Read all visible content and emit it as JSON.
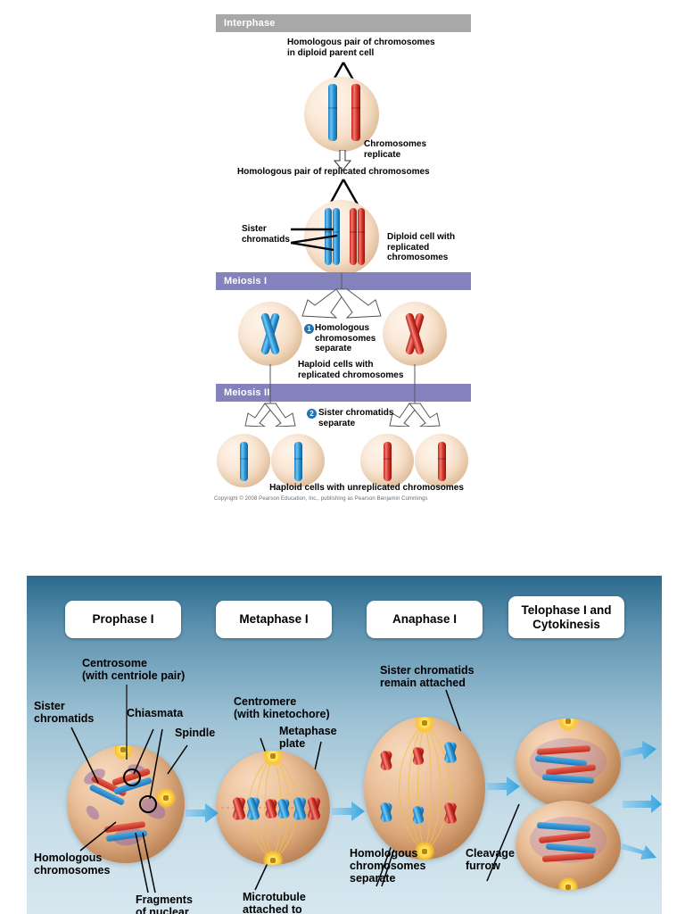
{
  "figure_top": {
    "phase_bars": [
      {
        "label": "Interphase",
        "color": "#a8a8a8"
      },
      {
        "label": "Meiosis I",
        "color": "#8382bd"
      },
      {
        "label": "Meiosis II",
        "color": "#8382bd"
      }
    ],
    "labels": {
      "homologous_pair_parent": "Homologous pair of chromosomes\nin diploid parent cell",
      "chromosomes_replicate": "Chromosomes\nreplicate",
      "homologous_pair_replicated": "Homologous pair of replicated chromosomes",
      "sister_chromatids": "Sister\nchromatids",
      "diploid_cell_replicated": "Diploid cell with\nreplicated\nchromosomes",
      "step1_text": "Homologous\nchromosomes\nseparate",
      "step1_number": "1",
      "haploid_replicated": "Haploid cells with\nreplicated chromosomes",
      "step2_text": "Sister chromatids\nseparate",
      "step2_number": "2",
      "haploid_unreplicated": "Haploid cells with unreplicated chromosomes"
    },
    "copyright": "Copyright © 2008 Pearson Education, Inc., publishing as Pearson Benjamin Cummings"
  },
  "figure_bottom": {
    "stages": [
      {
        "label": "Prophase I"
      },
      {
        "label": "Metaphase I"
      },
      {
        "label": "Anaphase I"
      },
      {
        "label": "Telophase I and\nCytokinesis"
      }
    ],
    "callouts": [
      {
        "key": "centrosome",
        "text": "Centrosome\n(with centriole pair)"
      },
      {
        "key": "sister-chromatids",
        "text": "Sister\nchromatids"
      },
      {
        "key": "chiasmata",
        "text": "Chiasmata"
      },
      {
        "key": "spindle",
        "text": "Spindle"
      },
      {
        "key": "centromere",
        "text": "Centromere\n(with kinetochore)"
      },
      {
        "key": "metaphase-plate",
        "text": "Metaphase\nplate"
      },
      {
        "key": "sister-remain-attached",
        "text": "Sister chromatids\nremain attached"
      },
      {
        "key": "homologous-chromosomes",
        "text": "Homologous\nchromosomes"
      },
      {
        "key": "fragments-nuclear",
        "text": "Fragments\nof nuclear"
      },
      {
        "key": "microtubule",
        "text": "Microtubule\nattached to"
      },
      {
        "key": "homologous-separate",
        "text": "Homologous\nchromosomes\nseparate"
      },
      {
        "key": "cleavage-furrow",
        "text": "Cleavage\nfurrow"
      }
    ]
  },
  "colors": {
    "interphase_bar": "#a8a8a8",
    "meiosis_bar": "#8382bd",
    "chromosome_blue": "#1f86c9",
    "chromosome_red": "#cc2e24",
    "cell_fill": "#f6dcc2",
    "panel_blue_top": "#2b6a8e",
    "panel_blue_bottom": "#d6e7ef",
    "badge_blue": "#1b75bb"
  }
}
